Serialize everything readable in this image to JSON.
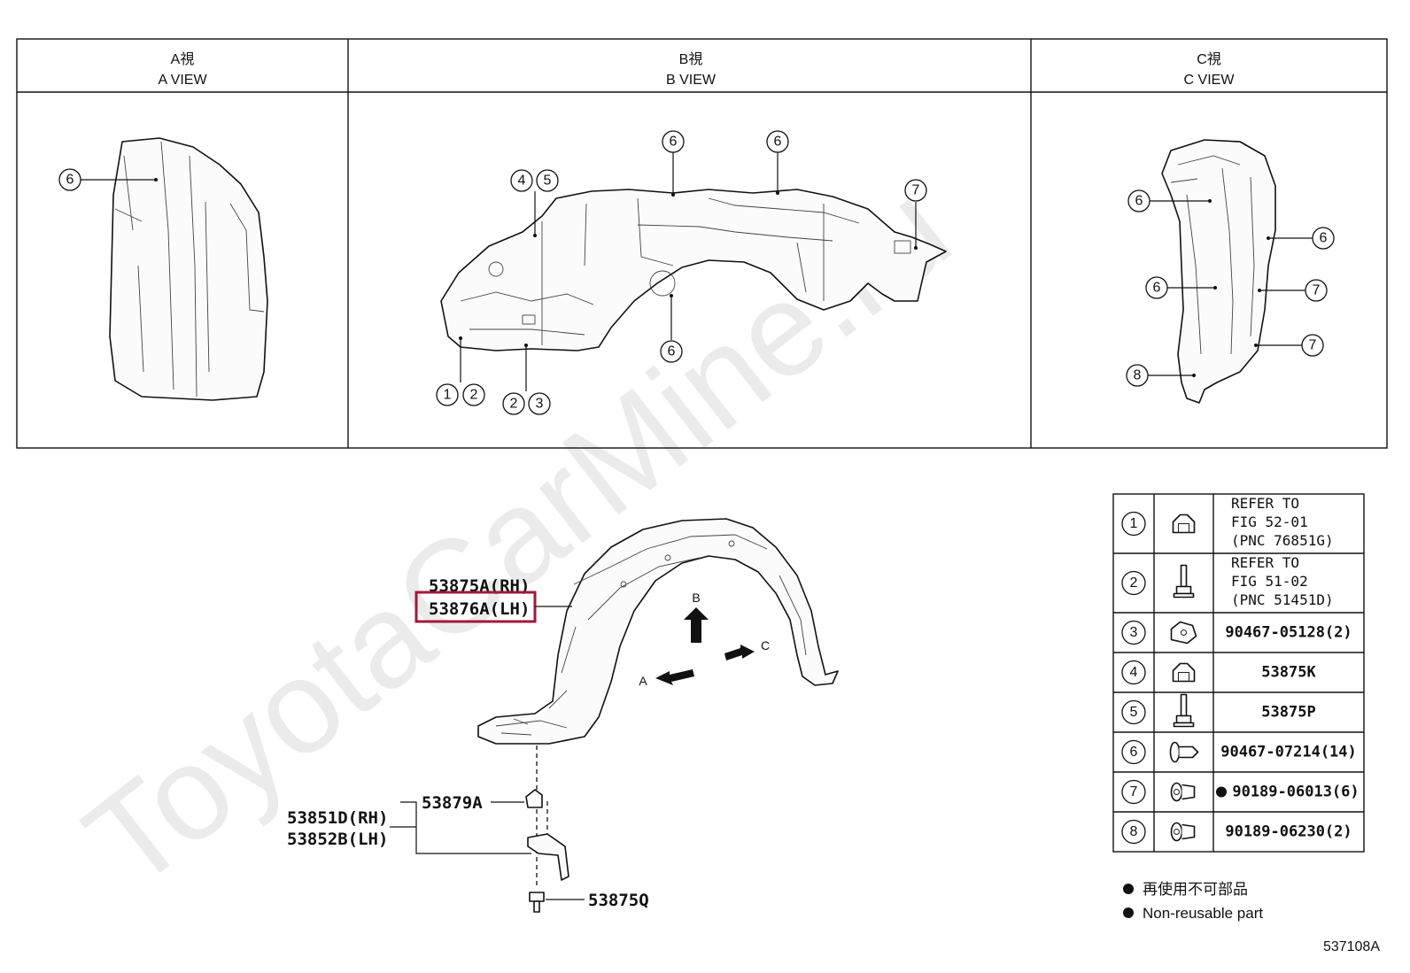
{
  "views": [
    {
      "jp": "A視",
      "en": "A VIEW"
    },
    {
      "jp": "B視",
      "en": "B VIEW"
    },
    {
      "jp": "C視",
      "en": "C VIEW"
    }
  ],
  "callouts": {
    "a_view": [
      "6"
    ],
    "b_view_top": [
      "4",
      "5",
      "6",
      "6",
      "7"
    ],
    "b_view_bottom": [
      "1",
      "2",
      "2",
      "3",
      "6"
    ],
    "c_view_left": [
      "6",
      "6",
      "8"
    ],
    "c_view_right": [
      "6",
      "7",
      "7"
    ]
  },
  "main": {
    "rh_part": "53875A(RH)",
    "lh_part": "53876A(LH)",
    "arrow_a": "A",
    "arrow_b": "B",
    "arrow_c": "C",
    "bracket_rh": "53851D(RH)",
    "bracket_lh": "53852B(LH)",
    "clip_part": "53879A",
    "bolt_part": "53875Q"
  },
  "highlight_color": "#a3183a",
  "parts_table": [
    {
      "num": "1",
      "icon": "clip-icon",
      "ref": [
        "REFER TO",
        "FIG 52-01",
        "(PNC 76851G)"
      ],
      "part": ""
    },
    {
      "num": "2",
      "icon": "bolt-icon",
      "ref": [
        "REFER TO",
        "FIG 51-02",
        "(PNC 51451D)"
      ],
      "part": ""
    },
    {
      "num": "3",
      "icon": "nut-clip-icon",
      "ref": [],
      "part": "90467-05128(2)"
    },
    {
      "num": "4",
      "icon": "clip-icon",
      "ref": [],
      "part": "53875K"
    },
    {
      "num": "5",
      "icon": "bolt-icon",
      "ref": [],
      "part": "53875P"
    },
    {
      "num": "6",
      "icon": "push-clip-icon",
      "ref": [],
      "part": "90467-07214(14)"
    },
    {
      "num": "7",
      "icon": "screw-grommet-icon",
      "ref": [],
      "part": "90189-06013(6)",
      "non_reusable": true
    },
    {
      "num": "8",
      "icon": "screw-grommet-icon",
      "ref": [],
      "part": "90189-06230(2)"
    }
  ],
  "legend": {
    "jp": "再使用不可部品",
    "en": "Non-reusable part"
  },
  "figure_id": "537108A",
  "watermark": "ToyotaCarMine.ru"
}
